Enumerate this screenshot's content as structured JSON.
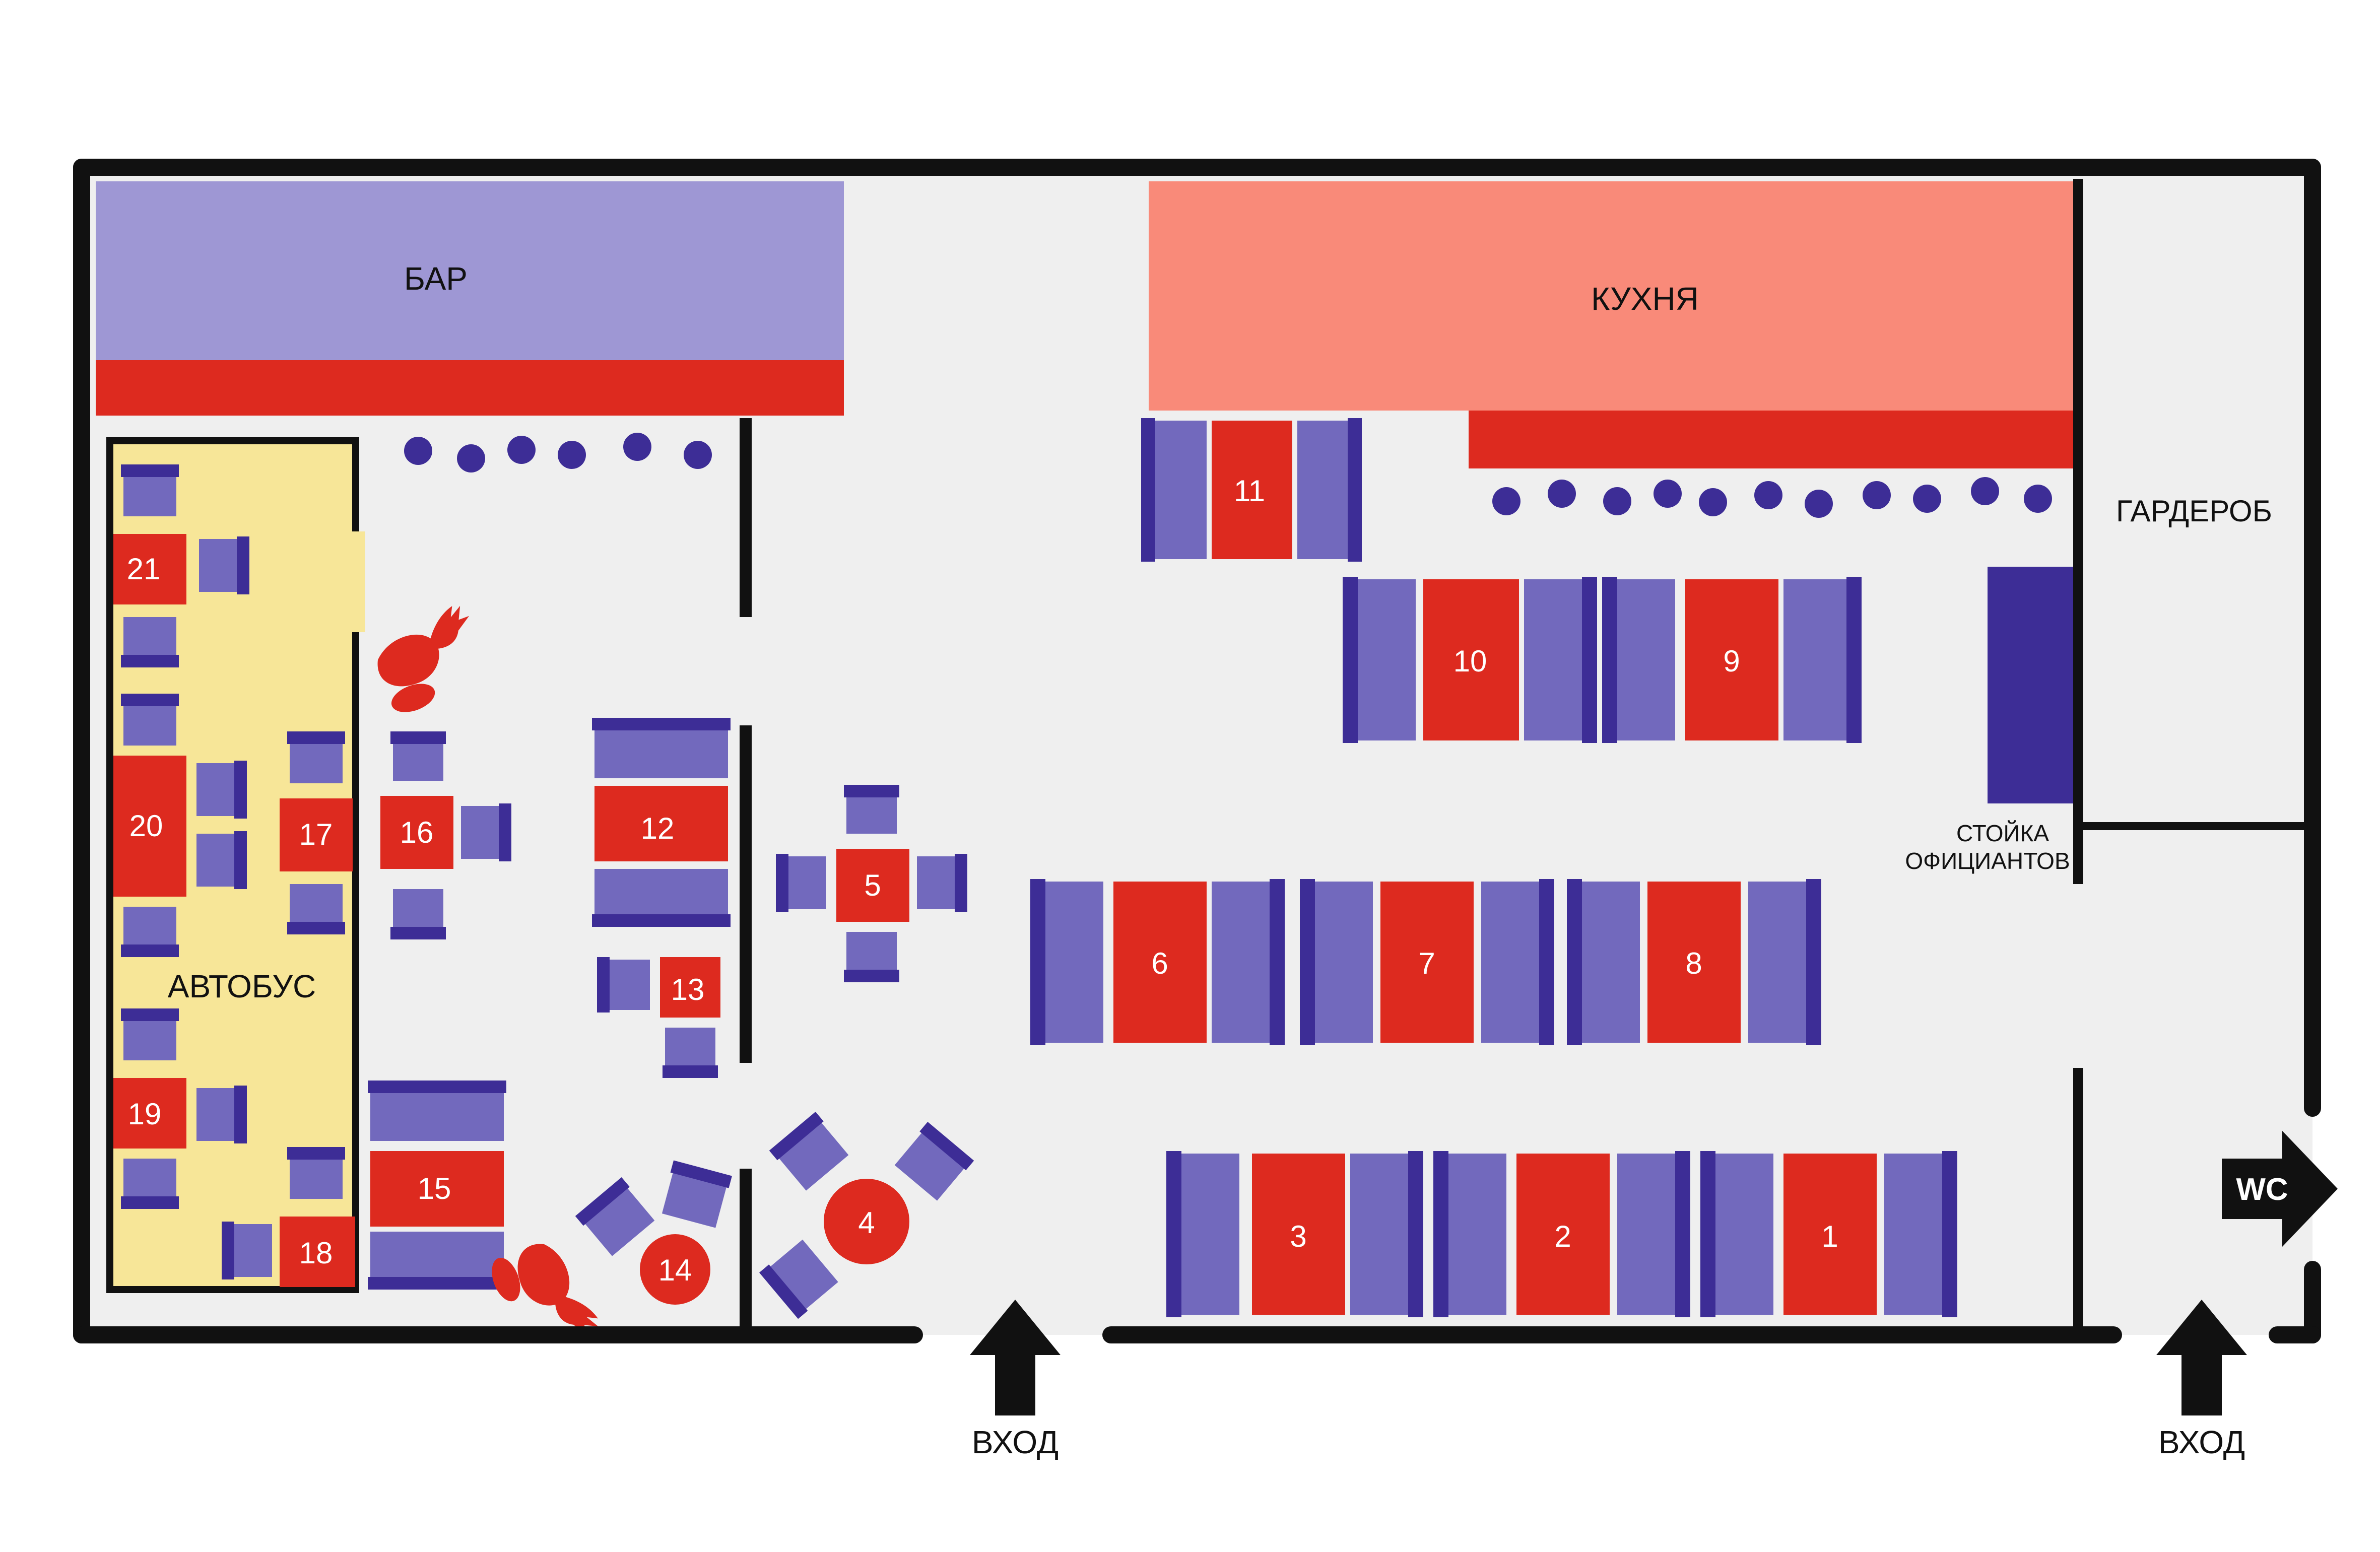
{
  "colors": {
    "wall": "#111111",
    "floor": "#efefef",
    "bar": "#9e97d4",
    "kitchen": "#f98a79",
    "counter": "#dd2a1f",
    "table": "#dd2a1f",
    "seat": "#7269bd",
    "seat_edge": "#3d2d96",
    "bus": "#f7e698",
    "entrance": "#111111"
  },
  "areas": {
    "bar": "БАР",
    "kitchen": "КУХНЯ",
    "wardrobe": "ГАРДЕРОБ",
    "bus": "АВТОБУС",
    "waiter_station_line1": "СТОЙКА",
    "waiter_station_line2": "ОФИЦИАНТОВ",
    "wc": "WC"
  },
  "entrances": {
    "main": "ВХОД",
    "side": "ВХОД"
  },
  "tables": {
    "t1": "1",
    "t2": "2",
    "t3": "3",
    "t4": "4",
    "t5": "5",
    "t6": "6",
    "t7": "7",
    "t8": "8",
    "t9": "9",
    "t10": "10",
    "t11": "11",
    "t12": "12",
    "t13": "13",
    "t14": "14",
    "t15": "15",
    "t16": "16",
    "t17": "17",
    "t18": "18",
    "t19": "19",
    "t20": "20",
    "t21": "21"
  },
  "icons": {
    "entrance_arrow": "arrow-up-icon",
    "wc_arrow": "arrow-right-icon",
    "decor_figure": "red-animal-figure-icon",
    "bar_stool": "stool-icon"
  }
}
